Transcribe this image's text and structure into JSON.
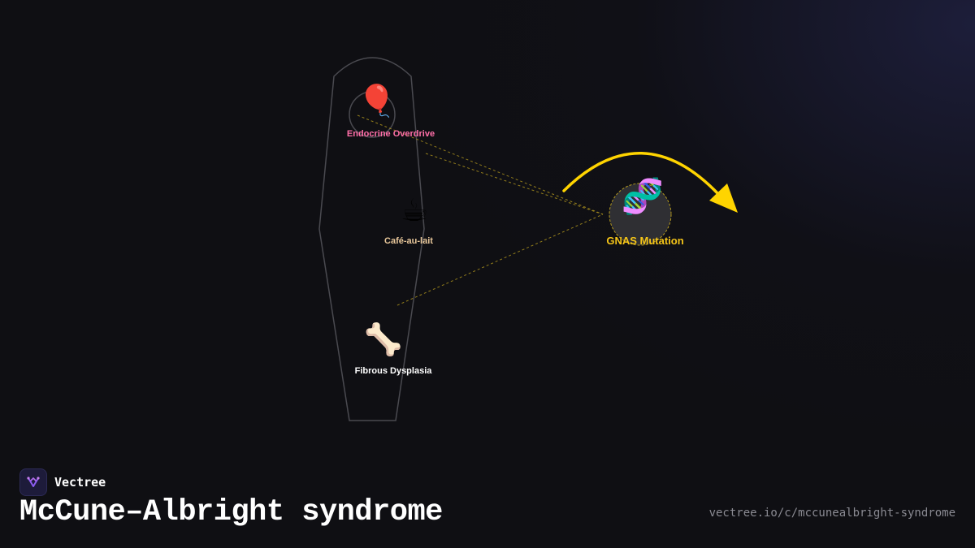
{
  "brand": {
    "name": "Vectree"
  },
  "title": "McCune–Albright syndrome",
  "url": "vectree.io/c/mccunealbright-syndrome",
  "colors": {
    "accent": "#f5c518",
    "endocrine": "#ff6fa8",
    "cafe": "#e8c79a",
    "fibrous": "#ffffff",
    "background": "#0f0f13"
  },
  "center_node": {
    "label": "GNAS Mutation",
    "icon": "dna-icon",
    "emoji": "🧬"
  },
  "nodes": [
    {
      "label": "Endocrine Overdrive",
      "icon": "balloon-icon",
      "emoji": "🎈"
    },
    {
      "label": "Café-au-lait",
      "icon": "coffee-icon",
      "emoji": "☕"
    },
    {
      "label": "Fibrous Dysplasia",
      "icon": "bone-icon",
      "emoji": "🦴"
    }
  ]
}
